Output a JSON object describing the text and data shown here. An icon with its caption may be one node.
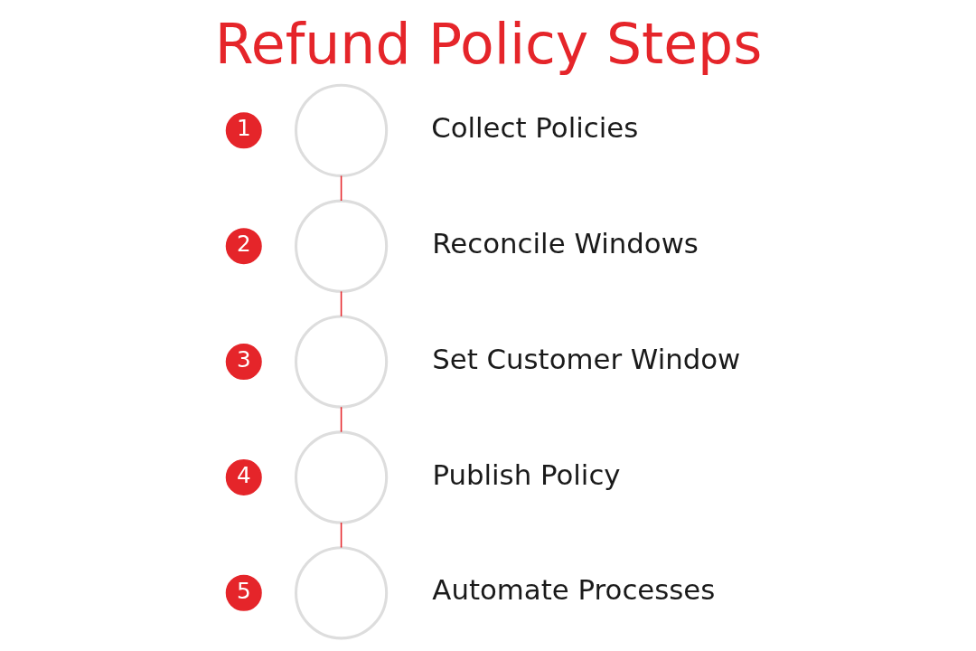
{
  "diagram": {
    "title": "Refund Policy Steps",
    "nodes": [
      {
        "text": [],
        "shape": "circle",
        "beside": [
          "1",
          "Collect Policies"
        ]
      },
      {
        "text": [],
        "shape": "circle",
        "beside": [
          "2",
          "Reconcile Windows"
        ]
      },
      {
        "text": [],
        "shape": "circle",
        "beside": [
          "3",
          "Set Customer Window"
        ]
      },
      {
        "text": [],
        "shape": "circle",
        "beside": [
          "4",
          "Publish Policy"
        ]
      },
      {
        "text": [],
        "shape": "circle",
        "beside": [
          "5",
          "Automate Processes"
        ]
      }
    ],
    "edges": [
      {
        "from": 0,
        "to": 1,
        "arrow": "none"
      },
      {
        "from": 1,
        "to": 2,
        "arrow": "none"
      },
      {
        "from": 2,
        "to": 3,
        "arrow": "none"
      },
      {
        "from": 3,
        "to": 4,
        "arrow": "none"
      }
    ]
  }
}
